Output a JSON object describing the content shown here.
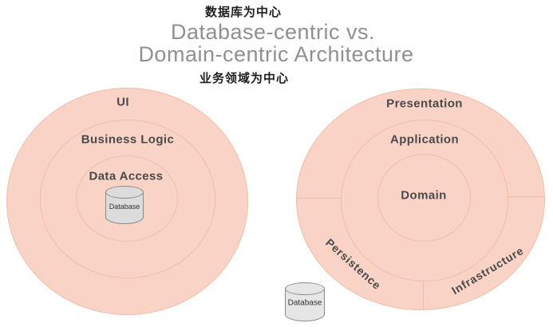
{
  "header": {
    "zh_top": "数据库为中心",
    "title_line1": "Database-centric vs.",
    "title_line2": "Domain-centric Architecture",
    "zh_bottom": "业务领域为中心"
  },
  "colors": {
    "circle_fill": "#f9d3c6",
    "circle_stroke": "#f2bda7",
    "label_text": "#4a4a4a",
    "title_text": "#909090",
    "annotation_text": "#1e1e1e",
    "cylinder_fill_left": "#dcdcdc",
    "cylinder_fill_right": "#e6e6e6",
    "cylinder_stroke": "#8a8a8a"
  },
  "left_diagram": {
    "name": "Database-centric architecture",
    "layers": [
      {
        "label": "UI"
      },
      {
        "label": "Business Logic"
      },
      {
        "label": "Data Access"
      }
    ],
    "database_label": "Database"
  },
  "right_diagram": {
    "name": "Domain-centric architecture",
    "layers": [
      {
        "label": "Presentation"
      },
      {
        "label": "Application"
      },
      {
        "label": "Domain"
      }
    ],
    "outer_segments": [
      {
        "label": "Persistence"
      },
      {
        "label": "Infrastructure"
      }
    ],
    "database_label": "Database"
  }
}
